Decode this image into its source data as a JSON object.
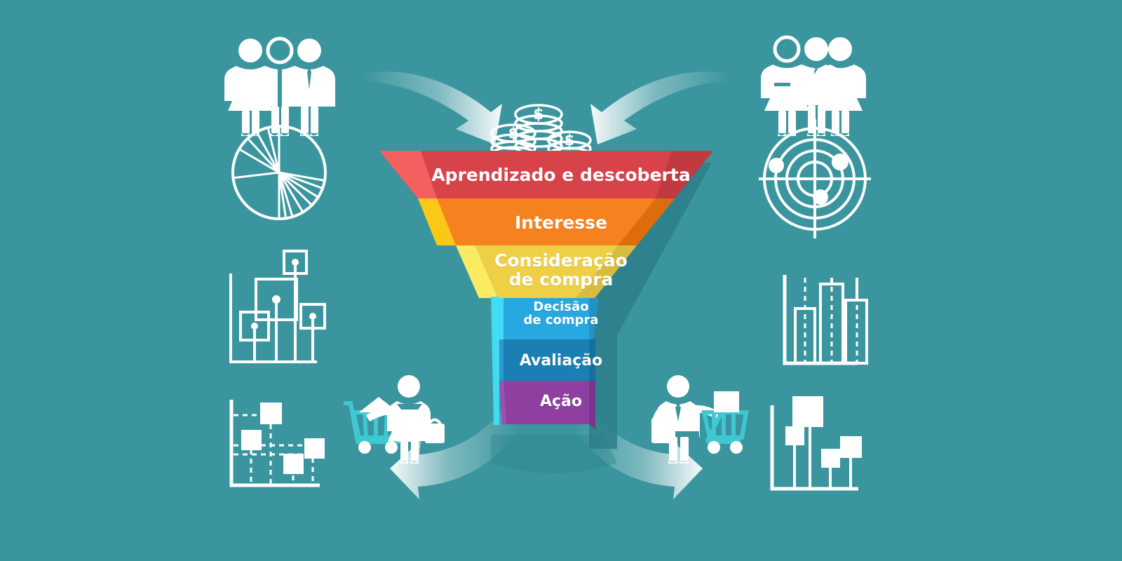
{
  "background_color": "#3a959e",
  "diagram": {
    "name": "marketing-sales-funnel",
    "type": "funnel",
    "language": "pt-BR",
    "stages": [
      {
        "id": "stage-awareness",
        "label": "Aprendizado e descoberta",
        "color": "#d8434a",
        "color_light": "#f4605f",
        "color_dark": "#c03a3f",
        "text_color": "#ffffff"
      },
      {
        "id": "stage-interest",
        "label": "Interesse",
        "color": "#f6821f",
        "color_light": "#fcc816",
        "color_dark": "#dd6c0d",
        "text_color": "#ffffff"
      },
      {
        "id": "stage-consideration",
        "label": "Consideração\nde compra",
        "color": "#eecf46",
        "color_light": "#fbeb63",
        "color_dark": "#d9bb3d",
        "text_color": "#ffffff"
      },
      {
        "id": "stage-decision",
        "label": "Decisão\nde compra",
        "color": "#28a8e0",
        "color_light": "#44dcf5",
        "color_dark": "#2492c4",
        "text_color": "#ffffff"
      },
      {
        "id": "stage-evaluation",
        "label": "Avaliação",
        "color": "#1b7fb4",
        "color_light": "#2a9ad0",
        "color_dark": "#16709e",
        "text_color": "#ffffff"
      },
      {
        "id": "stage-action",
        "label": "Ação",
        "color": "#8e3fa0",
        "color_light": "#a44bb6",
        "color_dark": "#7a3489",
        "text_color": "#ffffff"
      }
    ]
  },
  "icons": {
    "top_left_people": "three-people-icon",
    "top_right_people": "three-people-icon",
    "left_pie": "pie-chart-icon",
    "right_radar": "radar-target-icon",
    "left_bubble": "bubble-square-chart-icon",
    "right_candles": "candlestick-chart-icon",
    "left_scatter": "scatter-plot-icon",
    "right_bars": "square-bar-chart-icon",
    "coins": "coin-stacks-icon",
    "shopper_left": "woman-shopping-cart-icon",
    "shopper_right": "man-shopping-cart-icon",
    "arrow_in_left": "curved-arrow-in-left",
    "arrow_in_right": "curved-arrow-in-right",
    "arrow_out_left": "curved-arrow-out-left",
    "arrow_out_right": "curved-arrow-out-right"
  },
  "palette": {
    "icon_white": "#ffffff",
    "cart_teal": "#3ec8d2",
    "shadow_teal": "#2d7f89"
  }
}
